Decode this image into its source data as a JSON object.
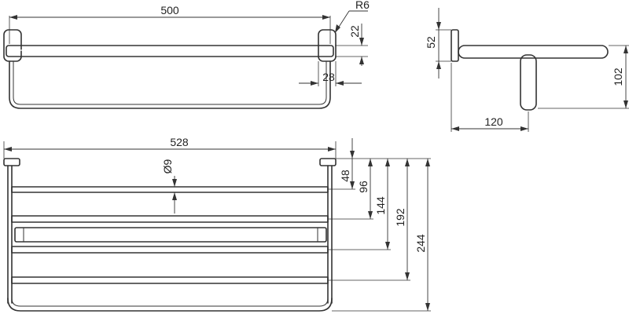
{
  "diagram": {
    "top_view": {
      "width_label": "500",
      "radius_label": "R6",
      "bar_gap_label": "22",
      "end_depth_label": "28"
    },
    "side_view": {
      "height_label": "52",
      "drop_label": "102",
      "projection_label": "120"
    },
    "front_view": {
      "width_label": "528",
      "rod_diameter_label": "Ø9",
      "depth_labels": [
        "48",
        "96",
        "144",
        "192",
        "244"
      ]
    }
  }
}
